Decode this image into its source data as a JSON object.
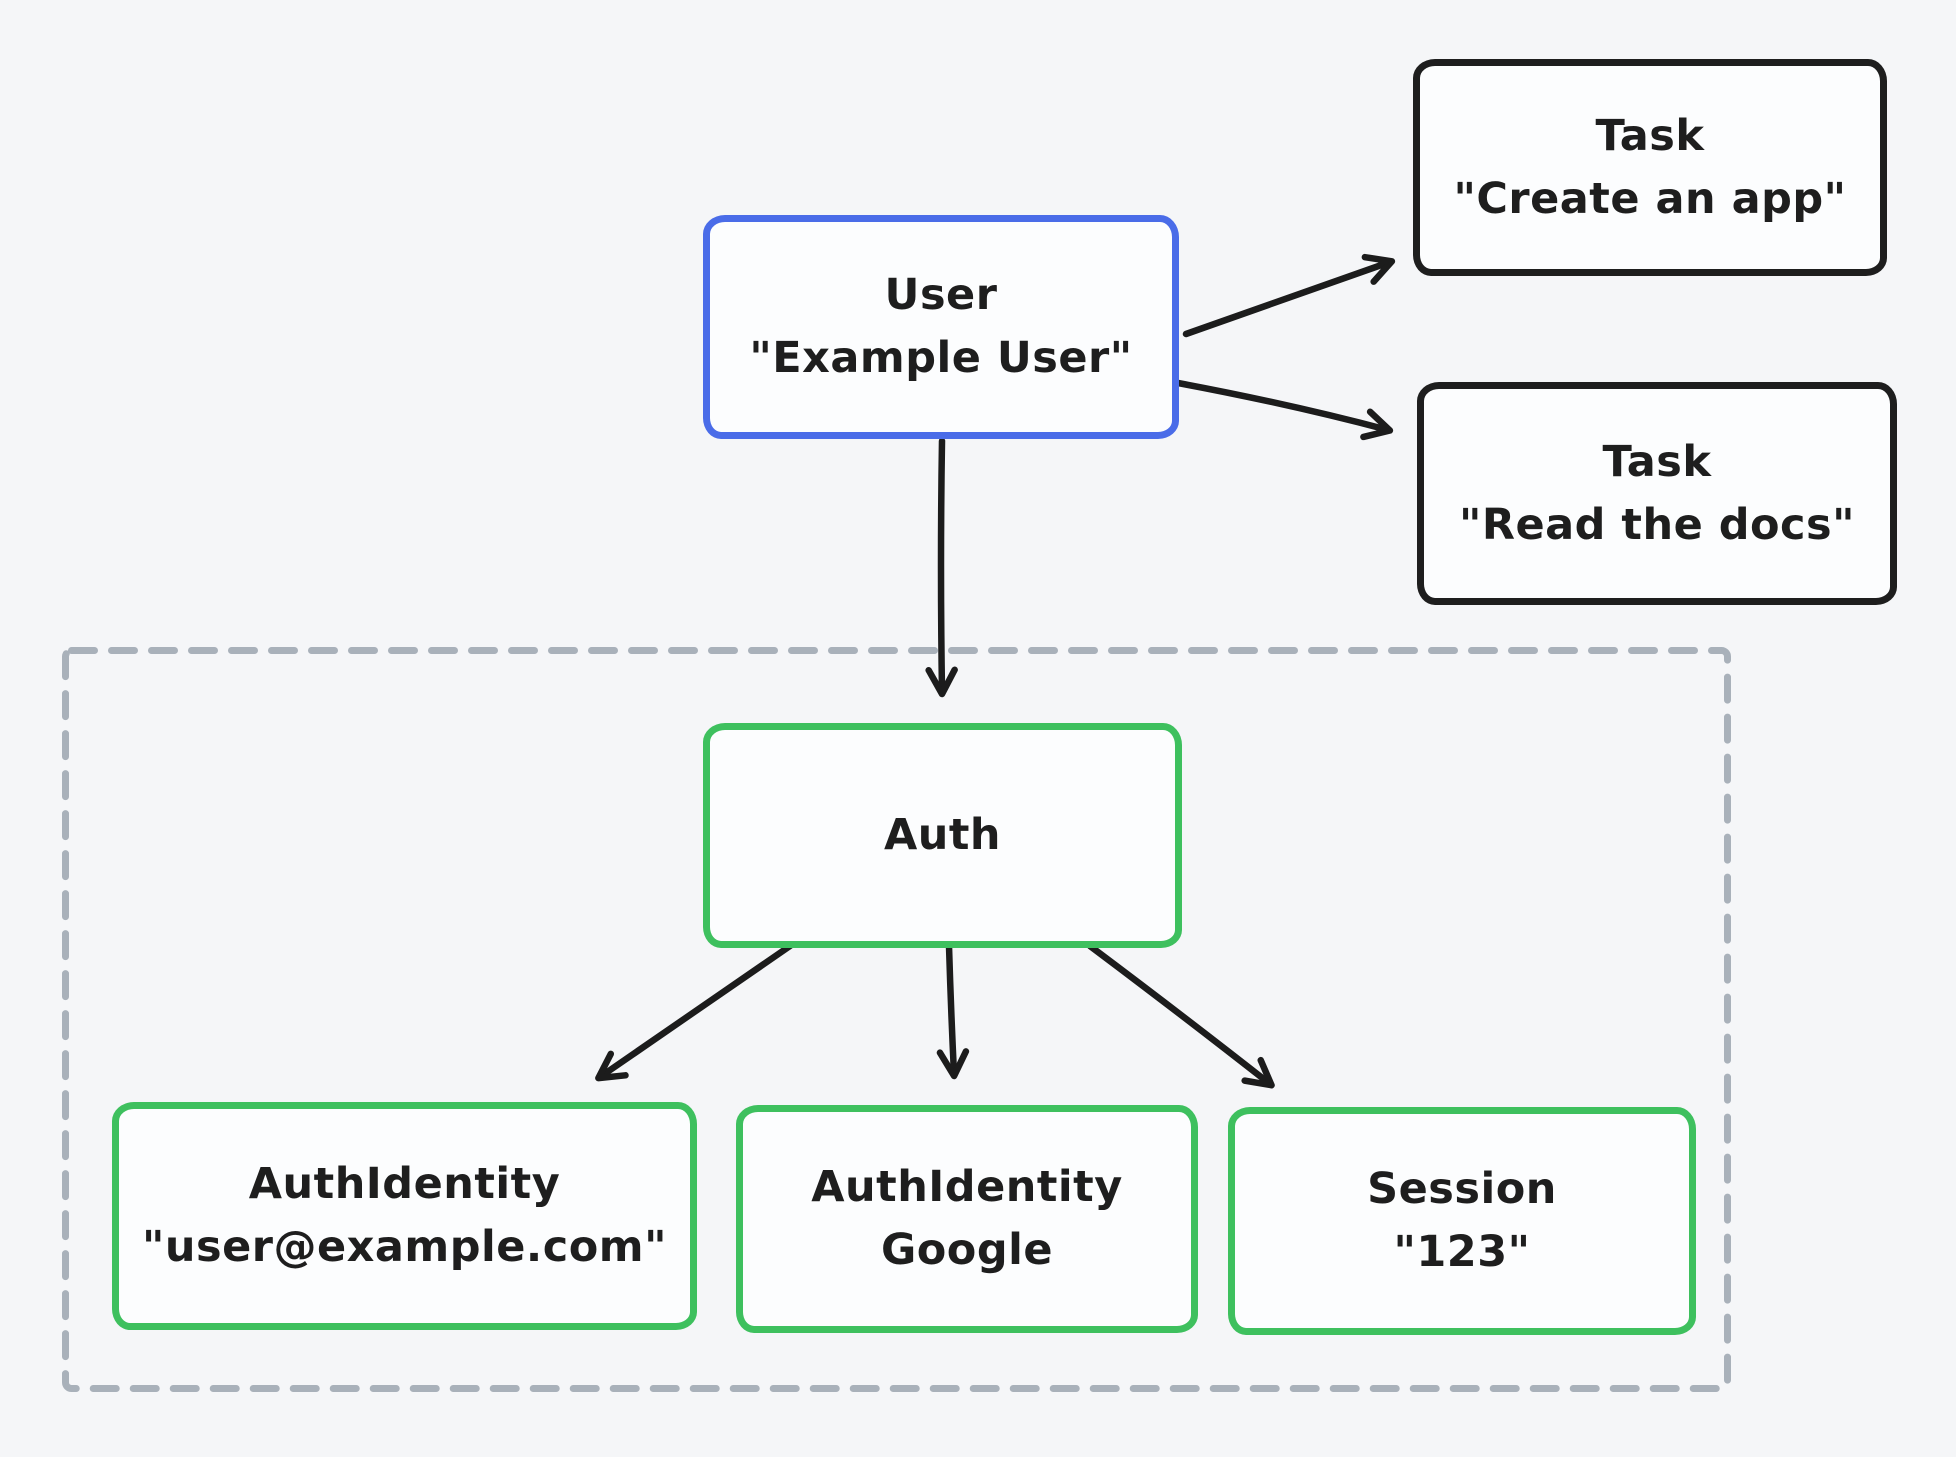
{
  "diagram": {
    "background_color": "#f5f6f8",
    "nodes": {
      "user": {
        "line1": "User",
        "line2": "\"Example User\"",
        "border_color": "#4a6ce8"
      },
      "task_create": {
        "line1": "Task",
        "line2": "\"Create an app\"",
        "border_color": "#1e1e1e"
      },
      "task_read": {
        "line1": "Task",
        "line2": "\"Read the docs\"",
        "border_color": "#1e1e1e"
      },
      "auth": {
        "line1": "Auth",
        "border_color": "#3ec05e"
      },
      "auth_identity_email": {
        "line1": "AuthIdentity",
        "line2": "\"user@example.com\"",
        "border_color": "#3ec05e"
      },
      "auth_identity_google": {
        "line1": "AuthIdentity",
        "line2": "Google",
        "border_color": "#3ec05e"
      },
      "session": {
        "line1": "Session",
        "line2": "\"123\"",
        "border_color": "#3ec05e"
      }
    },
    "edges": [
      {
        "from": "user",
        "to": "task_create"
      },
      {
        "from": "user",
        "to": "task_read"
      },
      {
        "from": "user",
        "to": "auth"
      },
      {
        "from": "auth",
        "to": "auth_identity_email"
      },
      {
        "from": "auth",
        "to": "auth_identity_google"
      },
      {
        "from": "auth",
        "to": "session"
      }
    ],
    "group": {
      "style": "dashed",
      "border_color": "#a9b1ba",
      "members": [
        "auth",
        "auth_identity_email",
        "auth_identity_google",
        "session"
      ]
    },
    "colors": {
      "arrow": "#1c1c1c",
      "text": "#1e1e1e",
      "node_fill": "#fcfdfe"
    }
  }
}
